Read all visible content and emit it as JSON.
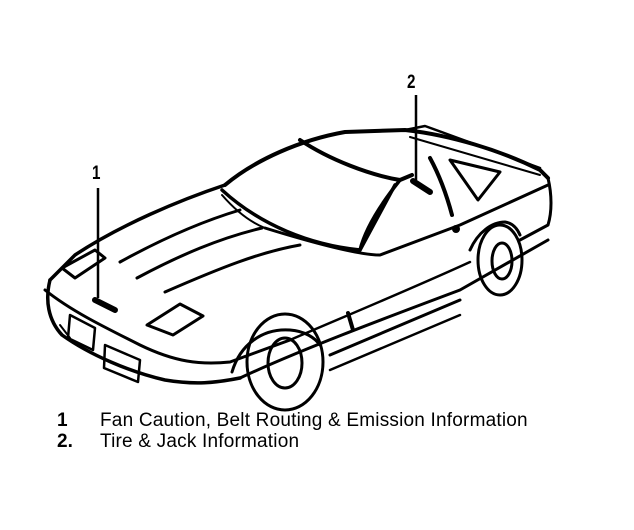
{
  "diagram": {
    "subject": "sports car line drawing (front three-quarter view)",
    "stroke_color": "#000000",
    "background_color": "#ffffff",
    "callouts": [
      {
        "number": "1",
        "target": "front fascia / radiator support area"
      },
      {
        "number": "2",
        "target": "door jamb / B-pillar area"
      }
    ]
  },
  "legend": {
    "items": [
      {
        "number": "1",
        "text": "Fan Caution, Belt Routing & Emission Information"
      },
      {
        "number": "2.",
        "text": "Tire & Jack Information"
      }
    ]
  }
}
